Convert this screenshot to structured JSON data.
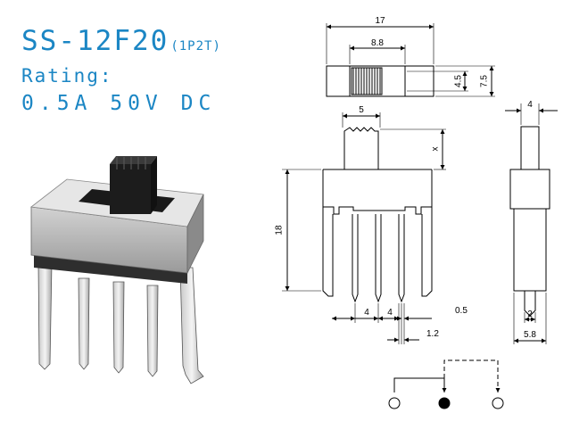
{
  "header": {
    "model": "SS-12F20",
    "model_suffix": "(1P2T)",
    "rating_label": "Rating:",
    "rating_value": "0.5A  50V  DC"
  },
  "dimensions": {
    "overall_length": "17",
    "slot_width": "8.8",
    "actuator_height": "4.5",
    "body_height": "7.5",
    "knob_width": "5",
    "knob_travel": "x",
    "total_height": "18",
    "pin_pitch_left": "4",
    "pin_pitch_right": "4",
    "pin_thickness": "0.5",
    "pin_width": "1.2",
    "side_knob_width": "4",
    "side_pin_width": "2",
    "side_leg_width": "5.8"
  },
  "colors": {
    "header": "#1b86c4",
    "line": "#000000"
  }
}
